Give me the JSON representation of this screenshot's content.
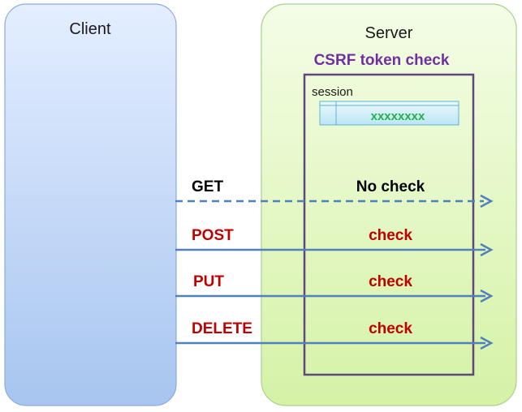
{
  "client": {
    "label": "Client"
  },
  "server": {
    "label": "Server",
    "csrf_title": "CSRF token check",
    "session": {
      "label": "session",
      "token_value": "xxxxxxxx"
    }
  },
  "requests": [
    {
      "method": "GET",
      "result": "No check",
      "line_style": "dashed",
      "method_color": "#000000",
      "result_color": "#000000"
    },
    {
      "method": "POST",
      "result": "check",
      "line_style": "solid",
      "method_color": "#c00000",
      "result_color": "#c00000"
    },
    {
      "method": "PUT",
      "result": "check",
      "line_style": "solid",
      "method_color": "#c00000",
      "result_color": "#c00000"
    },
    {
      "method": "DELETE",
      "result": "check",
      "line_style": "solid",
      "method_color": "#c00000",
      "result_color": "#c00000"
    }
  ],
  "colors": {
    "arrow": "#4f81bd",
    "csrf_border": "#5f497a",
    "csrf_title": "#7030a0",
    "token": "#22b14c"
  }
}
